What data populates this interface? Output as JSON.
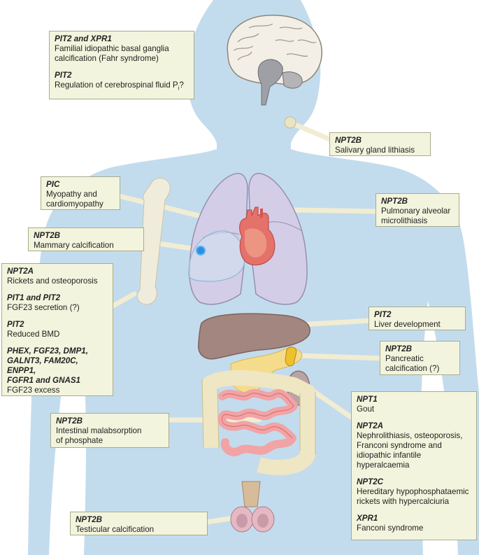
{
  "figure": {
    "brain": {
      "gene1": "PIT2 and XPR1",
      "desc1a": "Familial idiopathic basal ganglia",
      "desc1b": "calcification (Fahr syndrome)",
      "gene2": "PIT2",
      "desc2": "Regulation of cerebrospinal fluid P",
      "desc2_sub": "i",
      "desc2_tail": "?"
    },
    "salivary": {
      "gene": "NPT2B",
      "desc": "Salivary gland lithiasis"
    },
    "heart": {
      "gene": "PIC",
      "desc1": "Myopathy and",
      "desc2": "cardiomyopathy"
    },
    "lung": {
      "gene": "NPT2B",
      "desc1": "Pulmonary alveolar",
      "desc2": "microlithiasis"
    },
    "breast": {
      "gene": "NPT2B",
      "desc": "Mammary calcification"
    },
    "bone": {
      "g1": "NPT2A",
      "d1": "Rickets and osteoporosis",
      "g2": "PIT1 and PIT2",
      "d2": "FGF23 secretion (?)",
      "g3": "PIT2",
      "d3": "Reduced BMD",
      "g4a": "PHEX, FGF23, DMP1,",
      "g4b": "GALNT3, FAM20C, ENPP1,",
      "g4c": "FGFR1 and GNAS1",
      "d4": "FGF23 excess"
    },
    "liver": {
      "gene": "PIT2",
      "desc": "Liver development"
    },
    "pancreas": {
      "gene": "NPT2B",
      "desc1": "Pancreatic",
      "desc2": "calcification (?)"
    },
    "intestine": {
      "gene": "NPT2B",
      "desc1": "Intestinal malabsorption",
      "desc2": "of phosphate"
    },
    "kidney": {
      "g1": "NPT1",
      "d1": "Gout",
      "g2": "NPT2A",
      "d2a": "Nephrolithiasis, osteoporosis,",
      "d2b": "Franconi syndrome and",
      "d2c": "idiopathic infantile",
      "d2d": "hyperalcaemia",
      "g3": "NPT2C",
      "d3a": "Hereditary hypophosphataemic",
      "d3b": "rickets with hypercalciuria",
      "g4": "XPR1",
      "d4": "Fanconi syndrome"
    },
    "testis": {
      "gene": "NPT2B",
      "desc": "Testicular calcification"
    }
  }
}
